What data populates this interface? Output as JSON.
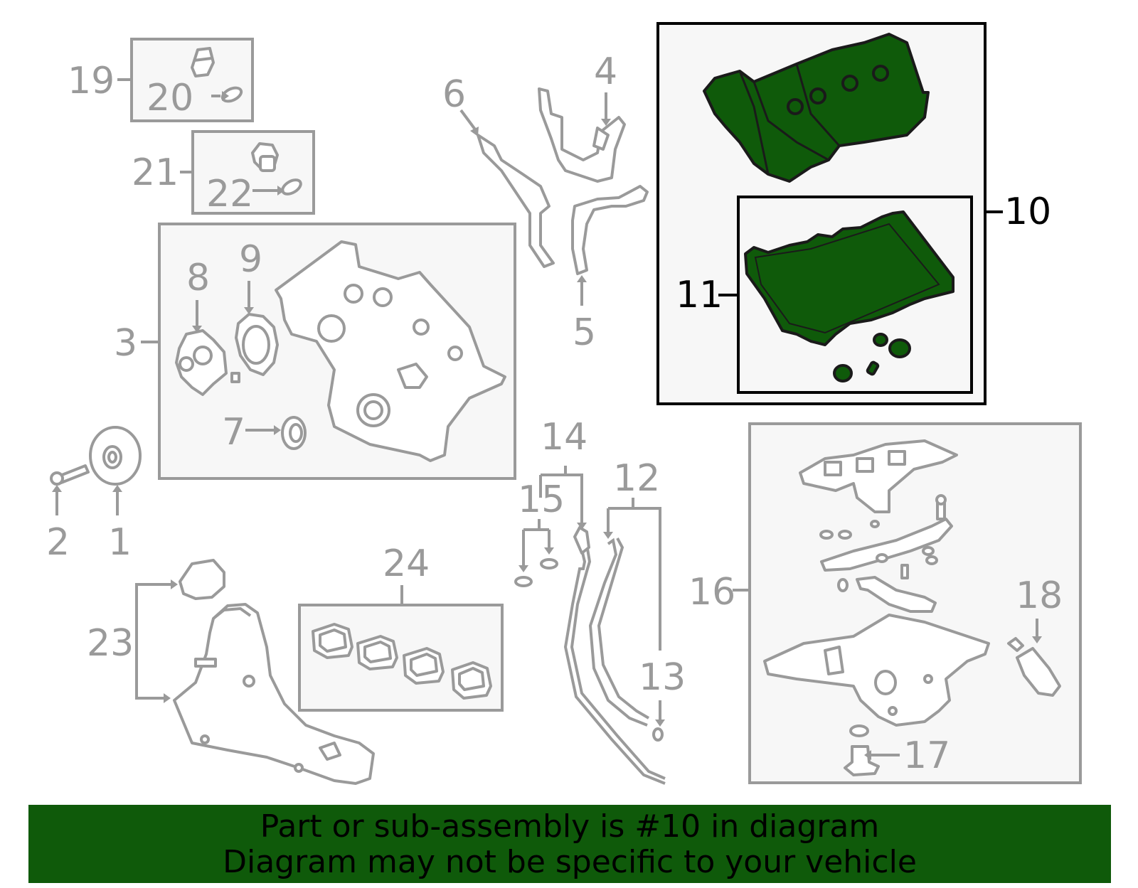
{
  "colors": {
    "highlight": "#0f5a0a",
    "lines": "#9a9a9a",
    "banner": "#0f5a0a"
  },
  "callouts": {
    "c1": "1",
    "c2": "2",
    "c3": "3",
    "c4": "4",
    "c5": "5",
    "c6": "6",
    "c7": "7",
    "c8": "8",
    "c9": "9",
    "c10": "10",
    "c11": "11",
    "c12": "12",
    "c13": "13",
    "c14": "14",
    "c15": "15",
    "c16": "16",
    "c17": "17",
    "c18": "18",
    "c19": "19",
    "c20": "20",
    "c21": "21",
    "c22": "22",
    "c23": "23",
    "c24": "24"
  },
  "highlighted_part": "10",
  "banner": {
    "line1": "Part or sub-assembly is #10 in diagram",
    "line2": "Diagram may not be specific to your vehicle"
  }
}
